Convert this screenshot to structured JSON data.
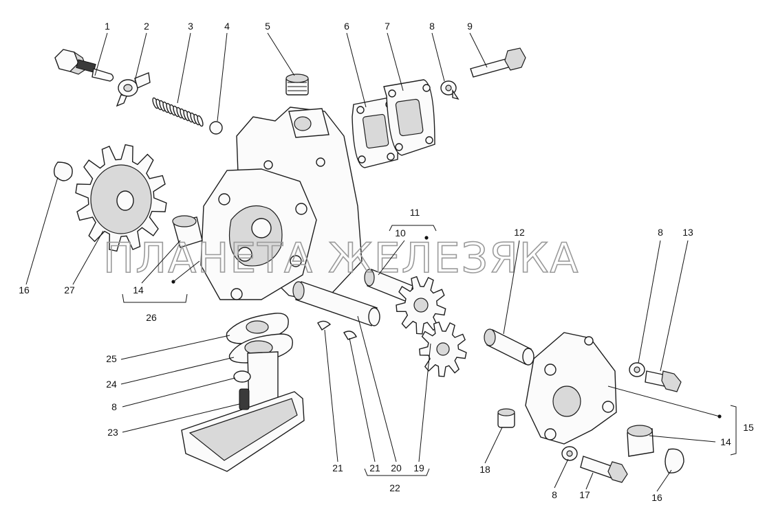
{
  "watermark": "ПЛАНЕТА ЖЕЛЕЗЯКА",
  "labels": [
    {
      "id": "c1",
      "text": "1"
    },
    {
      "id": "c2",
      "text": "2"
    },
    {
      "id": "c3",
      "text": "3"
    },
    {
      "id": "c4",
      "text": "4"
    },
    {
      "id": "c5",
      "text": "5"
    },
    {
      "id": "c6",
      "text": "6"
    },
    {
      "id": "c7",
      "text": "7"
    },
    {
      "id": "c8a",
      "text": "8"
    },
    {
      "id": "c9",
      "text": "9"
    },
    {
      "id": "c11",
      "text": "11"
    },
    {
      "id": "c10",
      "text": "10"
    },
    {
      "id": "c12",
      "text": "12"
    },
    {
      "id": "c8b",
      "text": "8"
    },
    {
      "id": "c13",
      "text": "13"
    },
    {
      "id": "c16a",
      "text": "16"
    },
    {
      "id": "c27",
      "text": "27"
    },
    {
      "id": "c14a",
      "text": "14"
    },
    {
      "id": "c26",
      "text": "26"
    },
    {
      "id": "c25",
      "text": "25"
    },
    {
      "id": "c24",
      "text": "24"
    },
    {
      "id": "c8c",
      "text": "8"
    },
    {
      "id": "c23",
      "text": "23"
    },
    {
      "id": "c21a",
      "text": "21"
    },
    {
      "id": "c21b",
      "text": "21"
    },
    {
      "id": "c20",
      "text": "20"
    },
    {
      "id": "c19",
      "text": "19"
    },
    {
      "id": "c22",
      "text": "22"
    },
    {
      "id": "c18",
      "text": "18"
    },
    {
      "id": "c8d",
      "text": "8"
    },
    {
      "id": "c17",
      "text": "17"
    },
    {
      "id": "c16b",
      "text": "16"
    },
    {
      "id": "c14b",
      "text": "14"
    },
    {
      "id": "c15",
      "text": "15"
    }
  ]
}
